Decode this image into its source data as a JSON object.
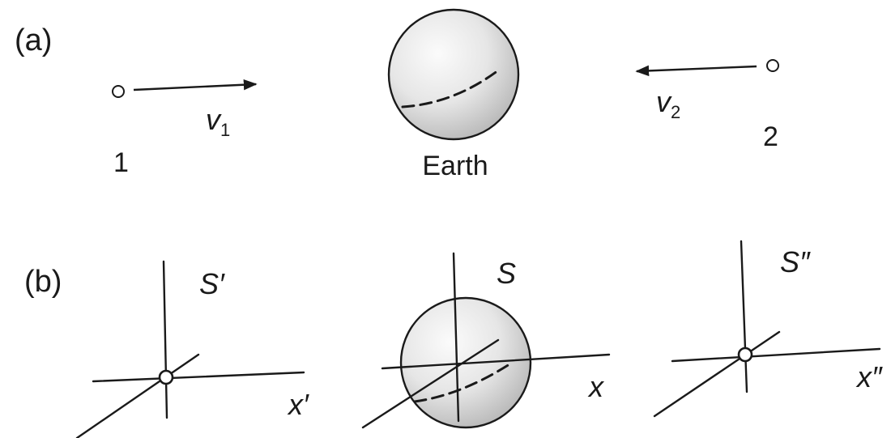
{
  "panel_a": {
    "label": "(a)",
    "object1_label": "1",
    "object2_label": "2",
    "velocity1": "v1",
    "velocity2": "v2",
    "earth_label": "Earth"
  },
  "panel_b": {
    "label": "(b)",
    "frame_left": {
      "name": "S′",
      "axis": "x′"
    },
    "frame_center": {
      "name": "S",
      "axis": "x"
    },
    "frame_right": {
      "name": "S″",
      "axis": "x″"
    }
  },
  "colors": {
    "ink": "#1a1a1a",
    "sphere_light": "#f2f2f2",
    "sphere_dark": "#bdbdbd"
  }
}
